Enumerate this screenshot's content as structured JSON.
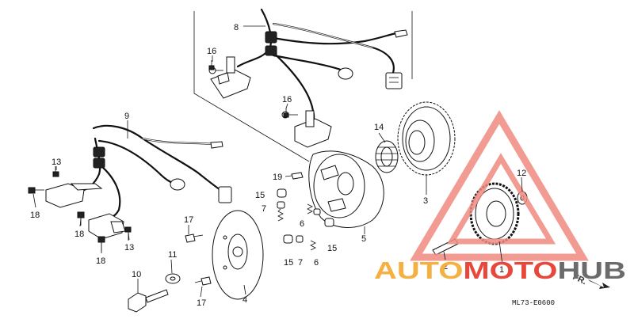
{
  "diagram": {
    "callouts": [
      {
        "id": "c8",
        "text": "8"
      },
      {
        "id": "c16a",
        "text": "16"
      },
      {
        "id": "c16b",
        "text": "16"
      },
      {
        "id": "c9",
        "text": "9"
      },
      {
        "id": "c13a",
        "text": "13"
      },
      {
        "id": "c13b",
        "text": "13"
      },
      {
        "id": "c18a",
        "text": "18"
      },
      {
        "id": "c18b",
        "text": "18"
      },
      {
        "id": "c18c",
        "text": "18"
      },
      {
        "id": "c14",
        "text": "14"
      },
      {
        "id": "c3",
        "text": "3"
      },
      {
        "id": "c12",
        "text": "12"
      },
      {
        "id": "c19",
        "text": "19"
      },
      {
        "id": "c15a",
        "text": "15"
      },
      {
        "id": "c15b",
        "text": "15"
      },
      {
        "id": "c15c",
        "text": "15"
      },
      {
        "id": "c7a",
        "text": "7"
      },
      {
        "id": "c7b",
        "text": "7"
      },
      {
        "id": "c6a",
        "text": "6"
      },
      {
        "id": "c6b",
        "text": "6"
      },
      {
        "id": "c5",
        "text": "5"
      },
      {
        "id": "c17a",
        "text": "17"
      },
      {
        "id": "c17b",
        "text": "17"
      },
      {
        "id": "c11",
        "text": "11"
      },
      {
        "id": "c10",
        "text": "10"
      },
      {
        "id": "c4",
        "text": "4"
      },
      {
        "id": "c2",
        "text": "2"
      },
      {
        "id": "c1",
        "text": "1"
      }
    ],
    "direction_label": "FR.",
    "drawing_code": "ML73-E0600"
  },
  "watermark": {
    "word_part1": "AUTO",
    "word_part2": "MOTO",
    "word_part3": "HUB",
    "colors": {
      "orange": "#f5b041",
      "red": "#e8483c",
      "gray": "#6b6b6b",
      "triangle": "#f08a80"
    }
  }
}
